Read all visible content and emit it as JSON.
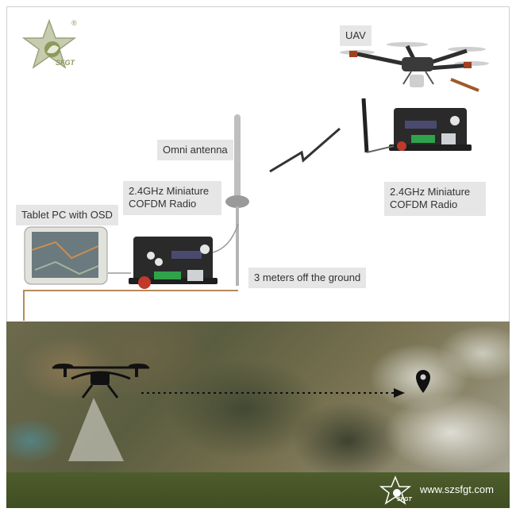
{
  "brand": {
    "logo_text": "SFGT",
    "registered_mark": "®"
  },
  "labels": {
    "uav": "UAV",
    "omni_antenna": "Omni antenna",
    "radio_ground": "2.4GHz Miniature COFDM Radio",
    "radio_air": "2.4GHz Miniature COFDM Radio",
    "tablet": "Tablet PC with OSD",
    "ground_height": "3 meters off the ground"
  },
  "footer": {
    "url": "www.szsfgt.com",
    "logo_text": "SFGT"
  },
  "colors": {
    "label_bg": "#e6e6e6",
    "logo_green": "#8c9a5a",
    "footer_green": "#4e5d2c",
    "radio_body": "#2a2a2a",
    "connector_green": "#2fa24a",
    "sma_red": "#c0392b"
  },
  "icons": [
    "star-logo-icon",
    "drone-icon",
    "location-pin-icon",
    "radio-device-icon",
    "tablet-icon",
    "antenna-icon",
    "lightning-link-icon"
  ]
}
